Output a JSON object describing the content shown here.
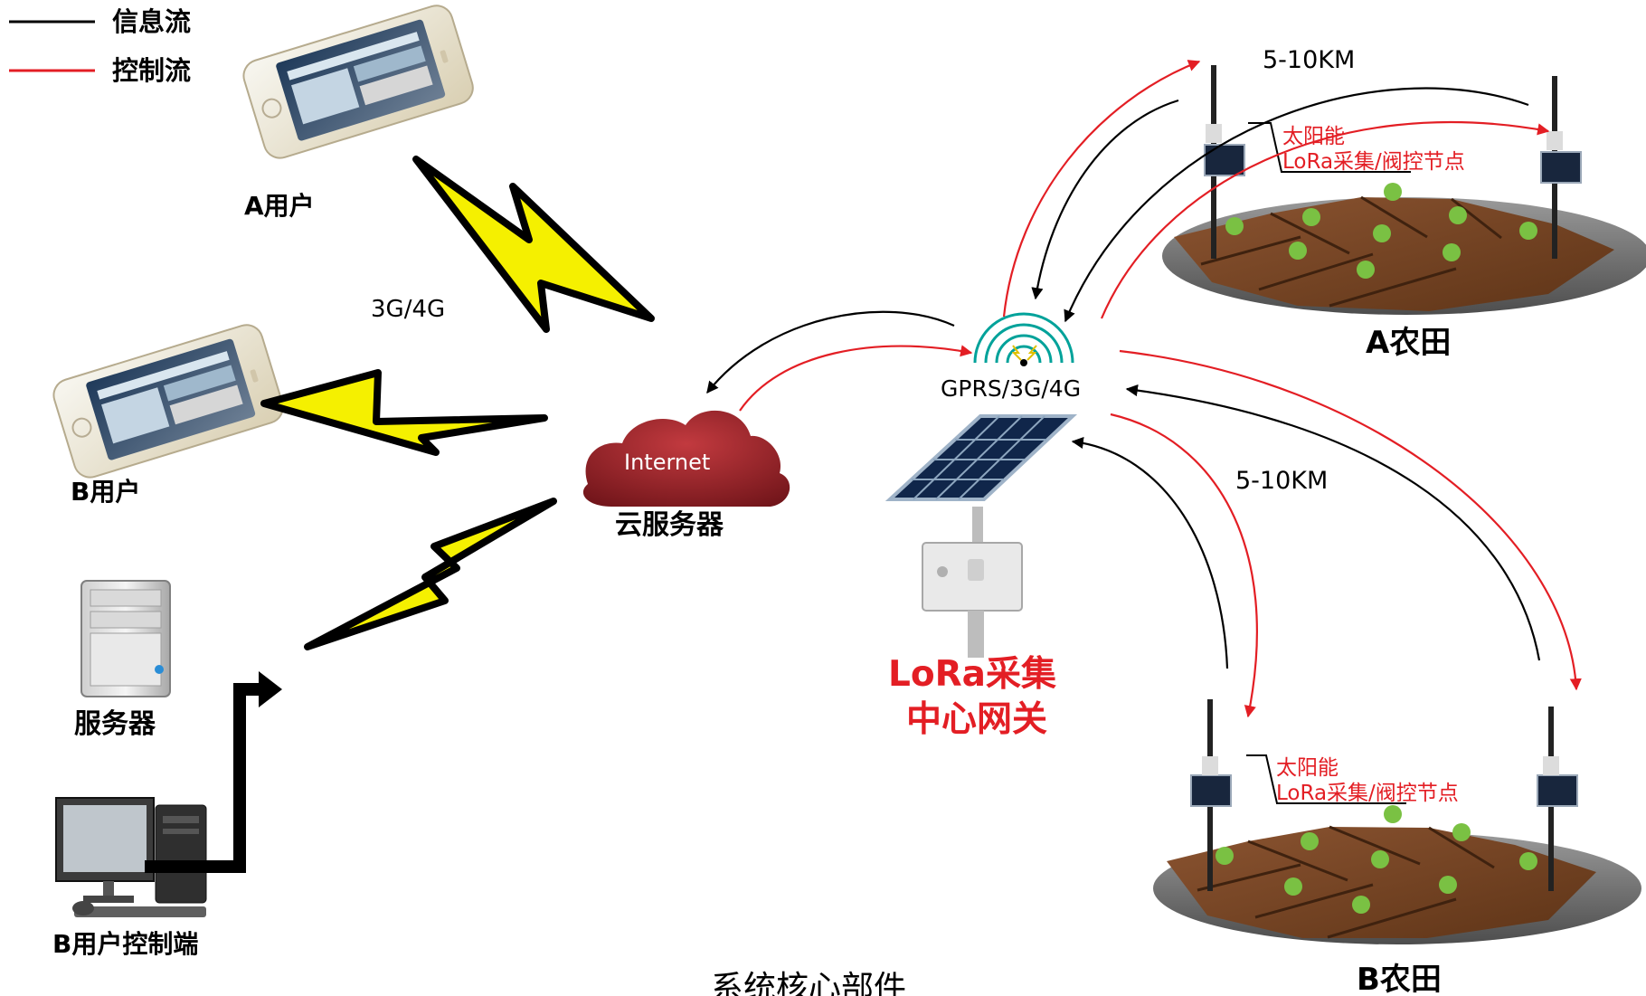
{
  "legend": {
    "info_flow": "信息流",
    "control_flow": "控制流"
  },
  "labels": {
    "user_a": "A用户",
    "user_b": "B用户",
    "network": "3G/4G",
    "server": "服务器",
    "b_control": "B用户控制端",
    "internet": "Internet",
    "cloud_server": "云服务器",
    "gateway_radio": "GPRS/3G/4G",
    "gateway_line1": "LoRa采集",
    "gateway_line2": "中心网关",
    "distance_a": "5-10KM",
    "distance_b": "5-10KM",
    "node_a_line1": "太阳能",
    "node_a_line2": "LoRa采集/阀控节点",
    "node_b_line1": "太阳能",
    "node_b_line2": "LoRa采集/阀控节点",
    "farm_a": "A农田",
    "farm_b": "B农田",
    "footer": "系统核心部件"
  },
  "colors": {
    "info_flow": "#000000",
    "control_flow": "#e31e24",
    "lightning": "#f5f000",
    "cloud": "#8b1f24",
    "node_label": "#e31e24",
    "soil": "#7a4526",
    "field_base": "#5f5f5f",
    "plant": "#7ac143"
  },
  "icons": {
    "phones": "smartphone-icon",
    "server": "server-tower-icon",
    "desktop": "desktop-computer-icon",
    "cloud": "cloud-icon",
    "gateway": "solar-gateway-icon",
    "nodes": "solar-node-icon",
    "signal": "wireless-signal-icon",
    "lightning": "lightning-bolt-icon"
  }
}
